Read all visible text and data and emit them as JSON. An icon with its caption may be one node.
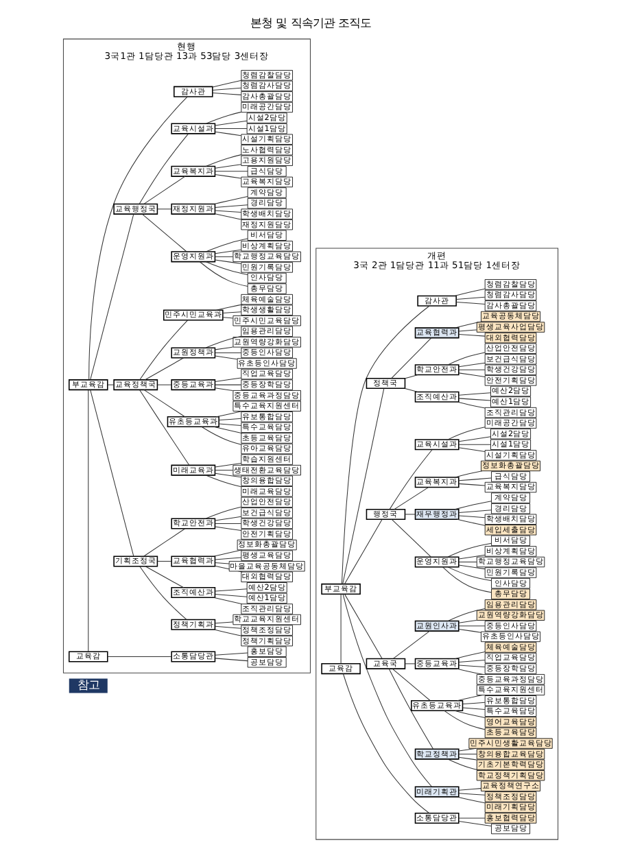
{
  "diagram": {
    "title": "본청 및 직속기관 조직도",
    "nodes": [
      {
        "text": [
          "현행",
          "3국1관 1담당관 13과 53담당 3센터장"
        ]
      },
      {
        "text": [
          "교육감"
        ],
        "in": 0
      },
      {
        "text": [
          "소통담당관"
        ],
        "in": 0
      },
      {
        "text": [
          "공보담당"
        ],
        "in": 0
      },
      {
        "text": [
          "홍보담당"
        ],
        "in": 0
      },
      {
        "text": [
          "부교육감"
        ],
        "in": 0
      },
      {
        "text": [
          "감사관"
        ],
        "in": 0
      },
      {
        "text": [
          "감사총괄담당"
        ],
        "in": 0
      },
      {
        "text": [
          "청렴감사담당"
        ],
        "in": 0
      },
      {
        "text": [
          "청렴감찰담당"
        ],
        "in": 0
      },
      {
        "text": [
          "기획조정국"
        ],
        "in": 0
      },
      {
        "text": [
          "정책기획과"
        ],
        "in": 0
      },
      {
        "text": [
          "정책기획담당"
        ],
        "in": 0
      },
      {
        "text": [
          "정책조정담당"
        ],
        "in": 0
      },
      {
        "text": [
          "학교교육지원센터"
        ],
        "in": 0
      },
      {
        "text": [
          "조직예산과"
        ],
        "in": 0
      },
      {
        "text": [
          "조직관리담당"
        ],
        "in": 0
      },
      {
        "text": [
          "예산1담당"
        ],
        "in": 0
      },
      {
        "text": [
          "예산2담당"
        ],
        "in": 0
      },
      {
        "text": [
          "교육협력과"
        ],
        "in": 0
      },
      {
        "text": [
          "대외협력담당"
        ],
        "in": 0
      },
      {
        "text": [
          "마을교육공동체담당"
        ],
        "in": 0
      },
      {
        "text": [
          "평생교육담당"
        ],
        "in": 0
      },
      {
        "text": [
          "정보화총괄담당"
        ],
        "in": 0
      },
      {
        "text": [
          "학교안전과"
        ],
        "in": 0
      },
      {
        "text": [
          "안전기획담당"
        ],
        "in": 0
      },
      {
        "text": [
          "학생건강담당"
        ],
        "in": 0
      },
      {
        "text": [
          "보건급식담당"
        ],
        "in": 0
      },
      {
        "text": [
          "산업안전담당"
        ],
        "in": 0
      },
      {
        "text": [
          "교육정책국"
        ],
        "in": 0
      },
      {
        "text": [
          "미래교육과"
        ],
        "in": 0
      },
      {
        "text": [
          "미래교육담당"
        ],
        "in": 0
      },
      {
        "text": [
          "창의융합담당"
        ],
        "in": 0
      },
      {
        "text": [
          "생태전환교육담당"
        ],
        "in": 0
      },
      {
        "text": [
          "학습지원센터"
        ],
        "in": 0
      },
      {
        "text": [
          "유초등교육과"
        ],
        "in": 0
      },
      {
        "text": [
          "유아교육담당"
        ],
        "in": 0
      },
      {
        "text": [
          "초등교육담당"
        ],
        "in": 0
      },
      {
        "text": [
          "특수교육담당"
        ],
        "in": 0
      },
      {
        "text": [
          "유보통합담당"
        ],
        "in": 0
      },
      {
        "text": [
          "특수교육지원센터"
        ],
        "in": 0
      },
      {
        "text": [
          "중등교육과"
        ],
        "in": 0
      },
      {
        "text": [
          "중등교육과정담당"
        ],
        "in": 0
      },
      {
        "text": [
          "중등장학담당"
        ],
        "in": 0
      },
      {
        "text": [
          "직업교육담당"
        ],
        "in": 0
      },
      {
        "text": [
          "교원정책과"
        ],
        "in": 0
      },
      {
        "text": [
          "유초등인사담당"
        ],
        "in": 0
      },
      {
        "text": [
          "중등인사담당"
        ],
        "in": 0
      },
      {
        "text": [
          "교원역량강화담당"
        ],
        "in": 0
      },
      {
        "text": [
          "임용관리담당"
        ],
        "in": 0
      },
      {
        "text": [
          "민주시민교육과"
        ],
        "in": 0
      },
      {
        "text": [
          "민주시민교육담당"
        ],
        "in": 0
      },
      {
        "text": [
          "학생생활담당"
        ],
        "in": 0
      },
      {
        "text": [
          "체육예술담당"
        ],
        "in": 0
      },
      {
        "text": [
          "교육행정국"
        ],
        "in": 0
      },
      {
        "text": [
          "운영지원과"
        ],
        "in": 0
      },
      {
        "text": [
          "총무담당"
        ],
        "in": 0
      },
      {
        "text": [
          "인사담당"
        ],
        "in": 0
      },
      {
        "text": [
          "민원기록담당"
        ],
        "in": 0
      },
      {
        "text": [
          "학교행정교육담당"
        ],
        "in": 0
      },
      {
        "text": [
          "비상계획담당"
        ],
        "in": 0
      },
      {
        "text": [
          "비서담당"
        ],
        "in": 0
      },
      {
        "text": [
          "재정지원과"
        ],
        "in": 0
      },
      {
        "text": [
          "재정지원담당"
        ],
        "in": 0
      },
      {
        "text": [
          "학생배치담당"
        ],
        "in": 0
      },
      {
        "text": [
          "경리담당"
        ],
        "in": 0
      },
      {
        "text": [
          "계약담당"
        ],
        "in": 0
      },
      {
        "text": [
          "교육복지과"
        ],
        "in": 0
      },
      {
        "text": [
          "교육복지담당"
        ],
        "in": 0
      },
      {
        "text": [
          "급식담당"
        ],
        "in": 0
      },
      {
        "text": [
          "고용지원담당"
        ],
        "in": 0
      },
      {
        "text": [
          "노사협력담당"
        ],
        "in": 0
      },
      {
        "text": [
          "교육시설과"
        ],
        "in": 0
      },
      {
        "text": [
          "시설기획담당"
        ],
        "in": 0
      },
      {
        "text": [
          "시설1담당"
        ],
        "in": 0
      },
      {
        "text": [
          "시설2담당"
        ],
        "in": 0
      },
      {
        "text": [
          "미래공간담당"
        ],
        "in": 0
      },
      {
        "text": [
          "개편",
          "3국 2관 1담당관 11과 51담당 1센터장"
        ]
      },
      {
        "text": [
          "교육감"
        ],
        "in": 77
      },
      {
        "text": [
          "소통담당관"
        ],
        "in": 77
      },
      {
        "text": [
          "공보담당"
        ],
        "in": 77
      },
      {
        "text": [
          "홍보협력담당"
        ],
        "in": 77
      },
      {
        "text": [
          "부교육감"
        ],
        "in": 77
      },
      {
        "text": [
          "감사관"
        ],
        "in": 77
      },
      {
        "text": [
          "감사총괄담당"
        ],
        "in": 77
      },
      {
        "text": [
          "청렴감사담당"
        ],
        "in": 77
      },
      {
        "text": [
          "청렴감찰담당"
        ],
        "in": 77
      },
      {
        "text": [
          "미래기획관"
        ],
        "in": 77
      },
      {
        "text": [
          "미래기획담당"
        ],
        "in": 77
      },
      {
        "text": [
          "정책조정담당"
        ],
        "in": 77
      },
      {
        "text": [
          "교육정책연구소"
        ],
        "in": 77
      },
      {
        "text": [
          "교육국"
        ],
        "in": 77
      },
      {
        "text": [
          "학교정책과"
        ],
        "in": 77
      },
      {
        "text": [
          "학교정책기획담당"
        ],
        "in": 77
      },
      {
        "text": [
          "기초기본학력담당"
        ],
        "in": 77
      },
      {
        "text": [
          "창의융합교육담당"
        ],
        "in": 77
      },
      {
        "text": [
          "민주시민생활교육담당"
        ],
        "in": 77
      },
      {
        "text": [
          "유초등교육과"
        ],
        "in": 77
      },
      {
        "text": [
          "초등교육담당"
        ],
        "in": 77
      },
      {
        "text": [
          "영어교육담당"
        ],
        "in": 77
      },
      {
        "text": [
          "특수교육담당"
        ],
        "in": 77
      },
      {
        "text": [
          "유보통합담당"
        ],
        "in": 77
      },
      {
        "text": [
          "특수교육지원센터"
        ],
        "in": 77
      },
      {
        "text": [
          "중등교육과"
        ],
        "in": 77
      },
      {
        "text": [
          "중등교육과정담당"
        ],
        "in": 77
      },
      {
        "text": [
          "중등장학담당"
        ],
        "in": 77
      },
      {
        "text": [
          "직업교육담당"
        ],
        "in": 77
      },
      {
        "text": [
          "체육예술담당"
        ],
        "in": 77
      },
      {
        "text": [
          "교원인사과"
        ],
        "in": 77
      },
      {
        "text": [
          "유초등인사담당"
        ],
        "in": 77
      },
      {
        "text": [
          "중등인사담당"
        ],
        "in": 77
      },
      {
        "text": [
          "교원역량강화담당"
        ],
        "in": 77
      },
      {
        "text": [
          "임용관리담당"
        ],
        "in": 77
      },
      {
        "text": [
          "행정국"
        ],
        "in": 77
      },
      {
        "text": [
          "운영지원과"
        ],
        "in": 77
      },
      {
        "text": [
          "총무담당"
        ],
        "in": 77
      },
      {
        "text": [
          "인사담당"
        ],
        "in": 77
      },
      {
        "text": [
          "민원기록담당"
        ],
        "in": 77
      },
      {
        "text": [
          "학교행정교육담당"
        ],
        "in": 77
      },
      {
        "text": [
          "비상계획담당"
        ],
        "in": 77
      },
      {
        "text": [
          "비서담당"
        ],
        "in": 77
      },
      {
        "text": [
          "재무행정과"
        ],
        "in": 77
      },
      {
        "text": [
          "세입세출담당"
        ],
        "in": 77
      },
      {
        "text": [
          "학생배치담당"
        ],
        "in": 77
      },
      {
        "text": [
          "경리담당"
        ],
        "in": 77
      },
      {
        "text": [
          "계약담당"
        ],
        "in": 77
      },
      {
        "text": [
          "교육복지과"
        ],
        "in": 77
      },
      {
        "text": [
          "교육복지담당"
        ],
        "in": 77
      },
      {
        "text": [
          "급식담당"
        ],
        "in": 77
      },
      {
        "text": [
          "정보화총괄담당"
        ],
        "in": 77
      },
      {
        "text": [
          "교육시설과"
        ],
        "in": 77
      },
      {
        "text": [
          "시설기획담당"
        ],
        "in": 77
      },
      {
        "text": [
          "시설1담당"
        ],
        "in": 77
      },
      {
        "text": [
          "시설2담당"
        ],
        "in": 77
      },
      {
        "text": [
          "미래공간담당"
        ],
        "in": 77
      },
      {
        "text": [
          "정책국"
        ],
        "in": 77
      },
      {
        "text": [
          "조직예산과"
        ],
        "in": 77
      },
      {
        "text": [
          "조직관리담당"
        ],
        "in": 77
      },
      {
        "text": [
          "예산1담당"
        ],
        "in": 77
      },
      {
        "text": [
          "예산2담당"
        ],
        "in": 77
      },
      {
        "text": [
          "학교안전과"
        ],
        "in": 77
      },
      {
        "text": [
          "안전기획담당"
        ],
        "in": 77
      },
      {
        "text": [
          "학생건강담당"
        ],
        "in": 77
      },
      {
        "text": [
          "보건급식담당"
        ],
        "in": 77
      },
      {
        "text": [
          "산업안전담당"
        ],
        "in": 77
      },
      {
        "text": [
          "교육협력과"
        ],
        "in": 77
      },
      {
        "text": [
          "대외협력담당"
        ],
        "in": 77
      },
      {
        "text": [
          "평생교육사업담당"
        ],
        "in": 77
      },
      {
        "text": [
          "교육공동체담당"
        ],
        "in": 77
      }
    ],
    "edges": [
      {
        "from": 1,
        "to": 2,
        "arrow": "none"
      },
      {
        "from": 1,
        "to": 5,
        "arrow": "none"
      },
      {
        "from": 2,
        "to": 3,
        "arrow": "none"
      },
      {
        "from": 2,
        "to": 4,
        "arrow": "none"
      },
      {
        "from": 5,
        "to": 6,
        "arrow": "none"
      },
      {
        "from": 6,
        "to": 7,
        "arrow": "none"
      },
      {
        "from": 6,
        "to": 8,
        "arrow": "none"
      },
      {
        "from": 6,
        "to": 9,
        "arrow": "none"
      },
      {
        "from": 5,
        "to": 10,
        "arrow": "none"
      },
      {
        "from": 10,
        "to": 11,
        "arrow": "none"
      },
      {
        "from": 11,
        "to": 12,
        "arrow": "none"
      },
      {
        "from": 11,
        "to": 13,
        "arrow": "none"
      },
      {
        "from": 11,
        "to": 14,
        "arrow": "none"
      },
      {
        "from": 10,
        "to": 15,
        "arrow": "none"
      },
      {
        "from": 15,
        "to": 16,
        "arrow": "none"
      },
      {
        "from": 15,
        "to": 17,
        "arrow": "none"
      },
      {
        "from": 15,
        "to": 18,
        "arrow": "none"
      },
      {
        "from": 10,
        "to": 19,
        "arrow": "none"
      },
      {
        "from": 19,
        "to": 20,
        "arrow": "none"
      },
      {
        "from": 19,
        "to": 21,
        "arrow": "none"
      },
      {
        "from": 19,
        "to": 22,
        "arrow": "none"
      },
      {
        "from": 19,
        "to": 23,
        "arrow": "none"
      },
      {
        "from": 10,
        "to": 24,
        "arrow": "none"
      },
      {
        "from": 24,
        "to": 25,
        "arrow": "none"
      },
      {
        "from": 24,
        "to": 26,
        "arrow": "none"
      },
      {
        "from": 24,
        "to": 27,
        "arrow": "none"
      },
      {
        "from": 24,
        "to": 28,
        "arrow": "none"
      },
      {
        "from": 5,
        "to": 29,
        "arrow": "none"
      },
      {
        "from": 29,
        "to": 30,
        "arrow": "none"
      },
      {
        "from": 30,
        "to": 31,
        "arrow": "none"
      },
      {
        "from": 30,
        "to": 32,
        "arrow": "none"
      },
      {
        "from": 30,
        "to": 33,
        "arrow": "none"
      },
      {
        "from": 30,
        "to": 34,
        "arrow": "none"
      },
      {
        "from": 29,
        "to": 35,
        "arrow": "none"
      },
      {
        "from": 35,
        "to": 36,
        "arrow": "none"
      },
      {
        "from": 35,
        "to": 37,
        "arrow": "none"
      },
      {
        "from": 35,
        "to": 38,
        "arrow": "none"
      },
      {
        "from": 35,
        "to": 39,
        "arrow": "none"
      },
      {
        "from": 35,
        "to": 40,
        "arrow": "none"
      },
      {
        "from": 29,
        "to": 41,
        "arrow": "none"
      },
      {
        "from": 41,
        "to": 42,
        "arrow": "none"
      },
      {
        "from": 41,
        "to": 43,
        "arrow": "none"
      },
      {
        "from": 41,
        "to": 44,
        "arrow": "none"
      },
      {
        "from": 29,
        "to": 45,
        "arrow": "none"
      },
      {
        "from": 45,
        "to": 46,
        "arrow": "none"
      },
      {
        "from": 45,
        "to": 47,
        "arrow": "none"
      },
      {
        "from": 45,
        "to": 48,
        "arrow": "none"
      },
      {
        "from": 45,
        "to": 49,
        "arrow": "none"
      },
      {
        "from": 29,
        "to": 50,
        "arrow": "none"
      },
      {
        "from": 50,
        "to": 51,
        "arrow": "none"
      },
      {
        "from": 50,
        "to": 52,
        "arrow": "none"
      },
      {
        "from": 50,
        "to": 53,
        "arrow": "none"
      },
      {
        "from": 5,
        "to": 54,
        "arrow": "none"
      },
      {
        "from": 54,
        "to": 55,
        "arrow": "none"
      },
      {
        "from": 55,
        "to": 56,
        "arrow": "none"
      },
      {
        "from": 55,
        "to": 57,
        "arrow": "none"
      },
      {
        "from": 55,
        "to": 58,
        "arrow": "none"
      },
      {
        "from": 55,
        "to": 59,
        "arrow": "none"
      },
      {
        "from": 55,
        "to": 60,
        "arrow": "none"
      },
      {
        "from": 55,
        "to": 61,
        "arrow": "none"
      },
      {
        "from": 54,
        "to": 62,
        "arrow": "none"
      },
      {
        "from": 62,
        "to": 63,
        "arrow": "none"
      },
      {
        "from": 62,
        "to": 64,
        "arrow": "none"
      },
      {
        "from": 62,
        "to": 65,
        "arrow": "none"
      },
      {
        "from": 62,
        "to": 66,
        "arrow": "none"
      },
      {
        "from": 54,
        "to": 67,
        "arrow": "none"
      },
      {
        "from": 67,
        "to": 68,
        "arrow": "none"
      },
      {
        "from": 67,
        "to": 69,
        "arrow": "none"
      },
      {
        "from": 67,
        "to": 70,
        "arrow": "none"
      },
      {
        "from": 67,
        "to": 71,
        "arrow": "none"
      },
      {
        "from": 54,
        "to": 72,
        "arrow": "none"
      },
      {
        "from": 72,
        "to": 73,
        "arrow": "none"
      },
      {
        "from": 72,
        "to": 74,
        "arrow": "none"
      },
      {
        "from": 72,
        "to": 75,
        "arrow": "none"
      },
      {
        "from": 72,
        "to": 76,
        "arrow": "none"
      },
      {
        "from": 78,
        "to": 79,
        "arrow": "none"
      },
      {
        "from": 78,
        "to": 82,
        "arrow": "none"
      },
      {
        "from": 79,
        "to": 80,
        "arrow": "none"
      },
      {
        "from": 79,
        "to": 81,
        "arrow": "none"
      },
      {
        "from": 82,
        "to": 83,
        "arrow": "none"
      },
      {
        "from": 83,
        "to": 84,
        "arrow": "none"
      },
      {
        "from": 83,
        "to": 85,
        "arrow": "none"
      },
      {
        "from": 83,
        "to": 86,
        "arrow": "none"
      },
      {
        "from": 82,
        "to": 87,
        "arrow": "none"
      },
      {
        "from": 87,
        "to": 88,
        "arrow": "none"
      },
      {
        "from": 87,
        "to": 89,
        "arrow": "none"
      },
      {
        "from": 87,
        "to": 90,
        "arrow": "none"
      },
      {
        "from": 82,
        "to": 91,
        "arrow": "none"
      },
      {
        "from": 91,
        "to": 92,
        "arrow": "none"
      },
      {
        "from": 92,
        "to": 93,
        "arrow": "none"
      },
      {
        "from": 92,
        "to": 94,
        "arrow": "none"
      },
      {
        "from": 92,
        "to": 95,
        "arrow": "none"
      },
      {
        "from": 92,
        "to": 96,
        "arrow": "none"
      },
      {
        "from": 91,
        "to": 97,
        "arrow": "none"
      },
      {
        "from": 97,
        "to": 98,
        "arrow": "none"
      },
      {
        "from": 97,
        "to": 99,
        "arrow": "none"
      },
      {
        "from": 97,
        "to": 100,
        "arrow": "none"
      },
      {
        "from": 97,
        "to": 101,
        "arrow": "none"
      },
      {
        "from": 97,
        "to": 102,
        "arrow": "none"
      },
      {
        "from": 91,
        "to": 103,
        "arrow": "none"
      },
      {
        "from": 103,
        "to": 104,
        "arrow": "none"
      },
      {
        "from": 103,
        "to": 105,
        "arrow": "none"
      },
      {
        "from": 103,
        "to": 106,
        "arrow": "none"
      },
      {
        "from": 103,
        "to": 107,
        "arrow": "none"
      },
      {
        "from": 91,
        "to": 108,
        "arrow": "none"
      },
      {
        "from": 108,
        "to": 109,
        "arrow": "none"
      },
      {
        "from": 108,
        "to": 110,
        "arrow": "none"
      },
      {
        "from": 108,
        "to": 111,
        "arrow": "none"
      },
      {
        "from": 108,
        "to": 112,
        "arrow": "none"
      },
      {
        "from": 82,
        "to": 113,
        "arrow": "none"
      },
      {
        "from": 113,
        "to": 114,
        "arrow": "none"
      },
      {
        "from": 114,
        "to": 115,
        "arrow": "none"
      },
      {
        "from": 114,
        "to": 116,
        "arrow": "none"
      },
      {
        "from": 114,
        "to": 117,
        "arrow": "none"
      },
      {
        "from": 114,
        "to": 118,
        "arrow": "none"
      },
      {
        "from": 114,
        "to": 119,
        "arrow": "none"
      },
      {
        "from": 114,
        "to": 120,
        "arrow": "none"
      },
      {
        "from": 113,
        "to": 121,
        "arrow": "none"
      },
      {
        "from": 121,
        "to": 122,
        "arrow": "none"
      },
      {
        "from": 121,
        "to": 123,
        "arrow": "none"
      },
      {
        "from": 121,
        "to": 124,
        "arrow": "none"
      },
      {
        "from": 121,
        "to": 125,
        "arrow": "none"
      },
      {
        "from": 113,
        "to": 126,
        "arrow": "none"
      },
      {
        "from": 126,
        "to": 127,
        "arrow": "none"
      },
      {
        "from": 126,
        "to": 128,
        "arrow": "none"
      },
      {
        "from": 126,
        "to": 129,
        "arrow": "none"
      },
      {
        "from": 113,
        "to": 130,
        "arrow": "none"
      },
      {
        "from": 130,
        "to": 131,
        "arrow": "none"
      },
      {
        "from": 130,
        "to": 132,
        "arrow": "none"
      },
      {
        "from": 130,
        "to": 133,
        "arrow": "none"
      },
      {
        "from": 130,
        "to": 134,
        "arrow": "none"
      },
      {
        "from": 82,
        "to": 135,
        "arrow": "none"
      },
      {
        "from": 135,
        "to": 136,
        "arrow": "none"
      },
      {
        "from": 136,
        "to": 137,
        "arrow": "none"
      },
      {
        "from": 136,
        "to": 138,
        "arrow": "none"
      },
      {
        "from": 136,
        "to": 139,
        "arrow": "none"
      },
      {
        "from": 135,
        "to": 140,
        "arrow": "none"
      },
      {
        "from": 140,
        "to": 141,
        "arrow": "none"
      },
      {
        "from": 140,
        "to": 142,
        "arrow": "none"
      },
      {
        "from": 140,
        "to": 143,
        "arrow": "none"
      },
      {
        "from": 140,
        "to": 144,
        "arrow": "none"
      },
      {
        "from": 135,
        "to": 145,
        "arrow": "none"
      },
      {
        "from": 145,
        "to": 146,
        "arrow": "none"
      },
      {
        "from": 145,
        "to": 147,
        "arrow": "none"
      },
      {
        "from": 145,
        "to": 148,
        "arrow": "none"
      }
    ],
    "labels": [
      "참고"
    ]
  }
}
